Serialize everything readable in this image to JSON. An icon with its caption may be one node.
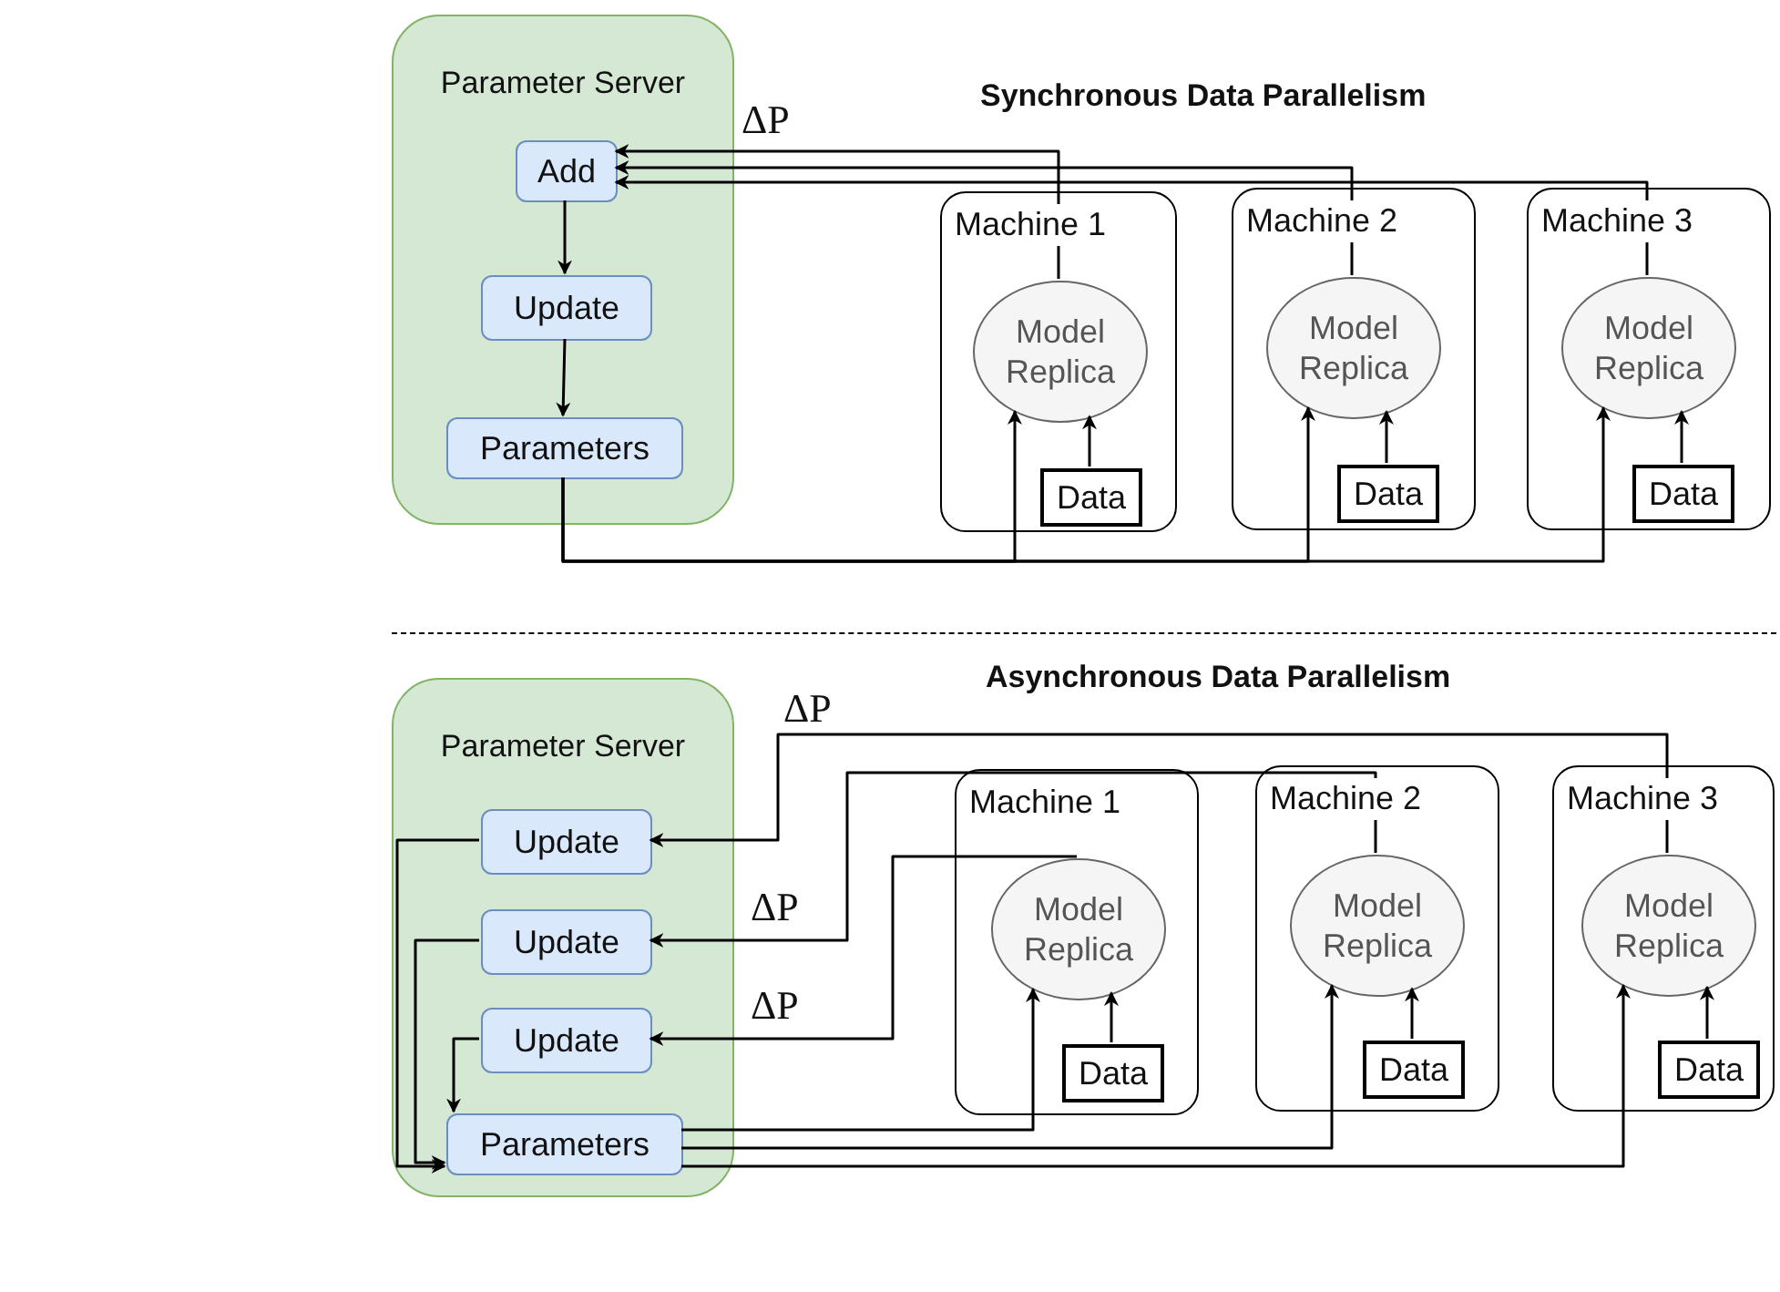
{
  "diagram": {
    "nodes": [
      {
        "text": [
          "Parameter Server"
        ]
      },
      {
        "text": [
          "Add"
        ],
        "in": 0
      },
      {
        "text": [
          "Update"
        ],
        "in": 0
      },
      {
        "text": [
          "Parameters"
        ],
        "in": 0
      },
      {
        "text": [
          "Machine 1"
        ]
      },
      {
        "text": [
          "Model Replica"
        ],
        "in": 4
      },
      {
        "text": [
          "Data"
        ],
        "in": 4
      },
      {
        "text": [
          "Machine 2"
        ]
      },
      {
        "text": [
          "Model Replica"
        ],
        "in": 7
      },
      {
        "text": [
          "Data"
        ],
        "in": 7
      },
      {
        "text": [
          "Machine 3"
        ]
      },
      {
        "text": [
          "Model Replica"
        ],
        "in": 10
      },
      {
        "text": [
          "Data"
        ],
        "in": 10
      },
      {
        "text": [
          "Parameter Server"
        ]
      },
      {
        "text": [
          "Update"
        ],
        "in": 13
      },
      {
        "text": [
          "Update"
        ],
        "in": 13
      },
      {
        "text": [
          "Update"
        ],
        "in": 13
      },
      {
        "text": [
          "Parameters"
        ],
        "in": 13
      },
      {
        "text": [
          "Machine 1"
        ]
      },
      {
        "text": [
          "Model Replica"
        ],
        "in": 18
      },
      {
        "text": [
          "Data"
        ],
        "in": 18
      },
      {
        "text": [
          "Machine 2"
        ]
      },
      {
        "text": [
          "Model Replica"
        ],
        "in": 21
      },
      {
        "text": [
          "Data"
        ],
        "in": 21
      },
      {
        "text": [
          "Machine 3"
        ]
      },
      {
        "text": [
          "Model Replica"
        ],
        "in": 24
      },
      {
        "text": [
          "Data"
        ],
        "in": 24
      }
    ],
    "edges": [
      {
        "from": 1,
        "to": 2,
        "arrow": "to"
      },
      {
        "from": 2,
        "to": 3,
        "arrow": "to"
      },
      {
        "from": 5,
        "to": 1,
        "arrow": "to",
        "label": "ΔP"
      },
      {
        "from": 8,
        "to": 1,
        "arrow": "to"
      },
      {
        "from": 11,
        "to": 1,
        "arrow": "to"
      },
      {
        "from": 3,
        "to": 5,
        "arrow": "to"
      },
      {
        "from": 3,
        "to": 8,
        "arrow": "to"
      },
      {
        "from": 3,
        "to": 11,
        "arrow": "to"
      },
      {
        "from": 6,
        "to": 5,
        "arrow": "to"
      },
      {
        "from": 9,
        "to": 8,
        "arrow": "to"
      },
      {
        "from": 12,
        "to": 11,
        "arrow": "to"
      },
      {
        "from": 25,
        "to": 14,
        "arrow": "to",
        "label": "ΔP"
      },
      {
        "from": 22,
        "to": 15,
        "arrow": "to",
        "label": "ΔP"
      },
      {
        "from": 19,
        "to": 16,
        "arrow": "to",
        "label": "ΔP"
      },
      {
        "from": 14,
        "to": 17,
        "arrow": "to"
      },
      {
        "from": 15,
        "to": 17,
        "arrow": "to"
      },
      {
        "from": 16,
        "to": 17,
        "arrow": "to"
      },
      {
        "from": 17,
        "to": 19,
        "arrow": "to"
      },
      {
        "from": 17,
        "to": 22,
        "arrow": "to"
      },
      {
        "from": 17,
        "to": 25,
        "arrow": "to"
      },
      {
        "from": 20,
        "to": 19,
        "arrow": "to"
      },
      {
        "from": 23,
        "to": 22,
        "arrow": "to"
      },
      {
        "from": 26,
        "to": 25,
        "arrow": "to"
      }
    ],
    "labels": [
      "Synchronous Data Parallelism",
      "Asynchronous Data Parallelism"
    ]
  }
}
